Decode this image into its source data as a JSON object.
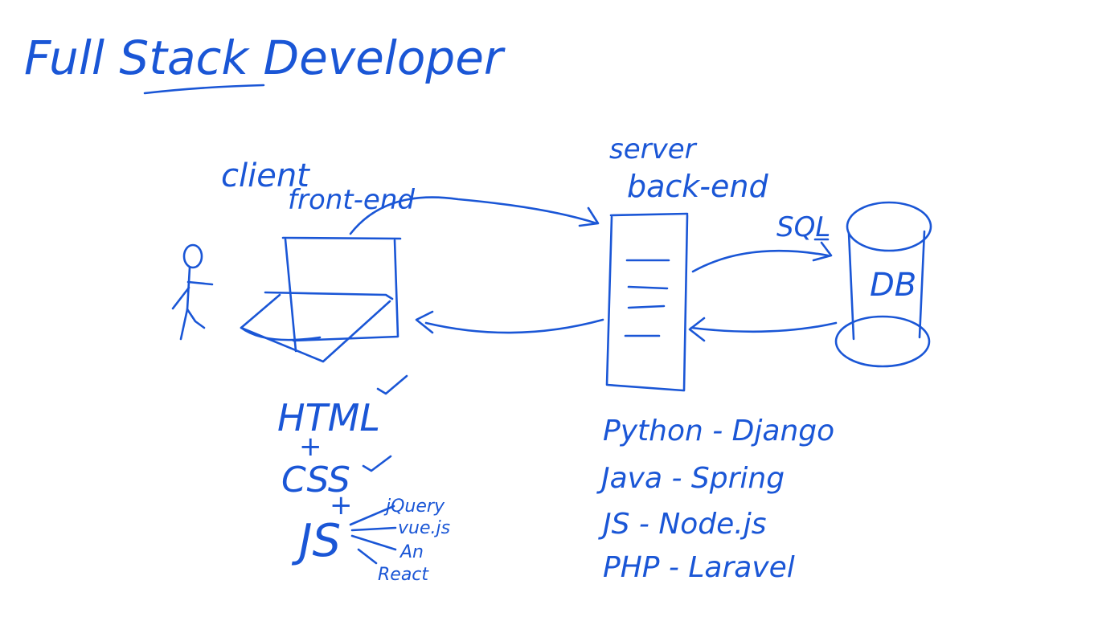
{
  "title": "Full Stack Developer",
  "client": {
    "label": "client",
    "sublabel": "front-end",
    "stack": {
      "html": "HTML",
      "plus1": "+",
      "css": "CSS",
      "plus2": "+",
      "js": "JS",
      "frameworks": [
        "jQuery",
        "vue.js",
        "An",
        "React"
      ]
    }
  },
  "server": {
    "label": "server",
    "sublabel": "back-end",
    "stacks": [
      "Python - Django",
      "Java - Spring",
      "JS - Node.js",
      "PHP - Laravel"
    ]
  },
  "query_label": "SQL",
  "database_label": "DB",
  "colors": {
    "ink": "#1a56d6",
    "background": "#ffffff"
  }
}
